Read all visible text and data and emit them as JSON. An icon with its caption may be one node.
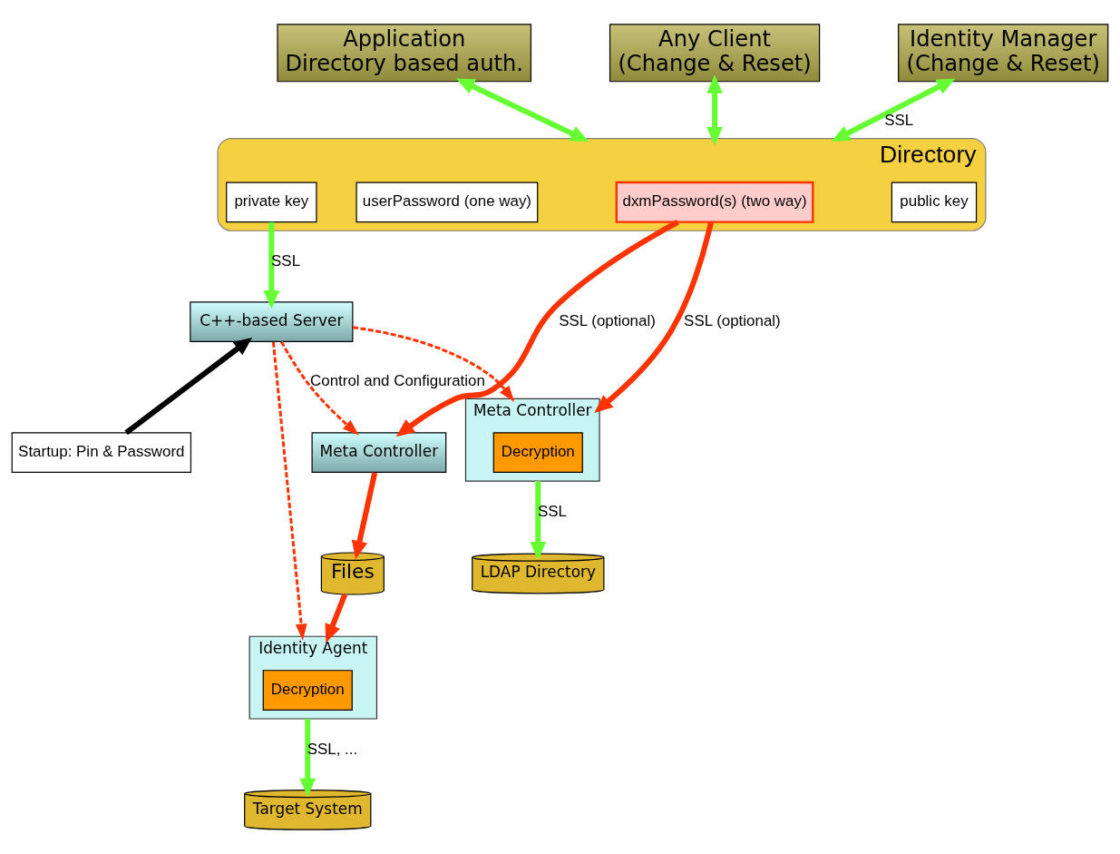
{
  "diagram": {
    "nodes": [
      {
        "text": [
          "Application",
          "Directory based auth."
        ]
      },
      {
        "text": [
          "Any Client",
          "(Change & Reset)"
        ]
      },
      {
        "text": [
          "Identity Manager",
          "(Change & Reset)"
        ]
      },
      {
        "text": [
          "Directory"
        ]
      },
      {
        "text": [
          "userPassword (one way)"
        ],
        "in": 3
      },
      {
        "text": [
          "dxmPassword(s) (two way)"
        ],
        "in": 3
      },
      {
        "text": [
          "public key"
        ],
        "in": 3
      },
      {
        "text": [
          "private key"
        ],
        "in": 3
      },
      {
        "text": [
          "Meta Controller"
        ]
      },
      {
        "text": [
          "Files"
        ]
      },
      {
        "text": [
          "Meta Controller"
        ]
      },
      {
        "text": [
          "Decryption"
        ],
        "in": 10
      },
      {
        "text": [
          "Identity Agent"
        ]
      },
      {
        "text": [
          "Decryption"
        ],
        "in": 12
      },
      {
        "text": [
          "C++-based Server"
        ]
      },
      {
        "text": [
          "LDAP Directory"
        ]
      },
      {
        "text": [
          "Target System"
        ]
      },
      {
        "text": [
          "Startup: Pin & Password"
        ]
      }
    ],
    "edges": [
      {
        "from": 3,
        "to": 0,
        "arrow": "both",
        "color": "#66ff33"
      },
      {
        "from": 3,
        "to": 1,
        "arrow": "both",
        "color": "#66ff33"
      },
      {
        "from": 3,
        "to": 2,
        "arrow": "both",
        "color": "#66ff33",
        "label": "SSL"
      },
      {
        "from": 5,
        "to": 10,
        "arrow": "to",
        "label": "SSL (optional)"
      },
      {
        "from": 5,
        "to": 8,
        "arrow": "to",
        "label": "SSL (optional)"
      },
      {
        "from": 8,
        "to": 9,
        "arrow": "to"
      },
      {
        "from": 9,
        "to": 12,
        "arrow": "to"
      },
      {
        "from": 7,
        "to": 14,
        "arrow": "to",
        "color": "#66ff33",
        "label": "SSL"
      },
      {
        "from": 14,
        "to": 10,
        "arrow": "to",
        "style": "dashed"
      },
      {
        "from": 14,
        "to": 8,
        "arrow": "to",
        "style": "dashed",
        "label": "Control and Configuration"
      },
      {
        "from": 14,
        "to": 12,
        "arrow": "to",
        "style": "dashed"
      },
      {
        "from": 10,
        "to": 15,
        "arrow": "to",
        "color": "#66ff33",
        "label": "SSL"
      },
      {
        "from": 12,
        "to": 16,
        "arrow": "to",
        "color": "#66ff33",
        "label": "SSL, ..."
      },
      {
        "from": 17,
        "to": 14,
        "arrow": "to",
        "color": "#000000"
      }
    ]
  }
}
